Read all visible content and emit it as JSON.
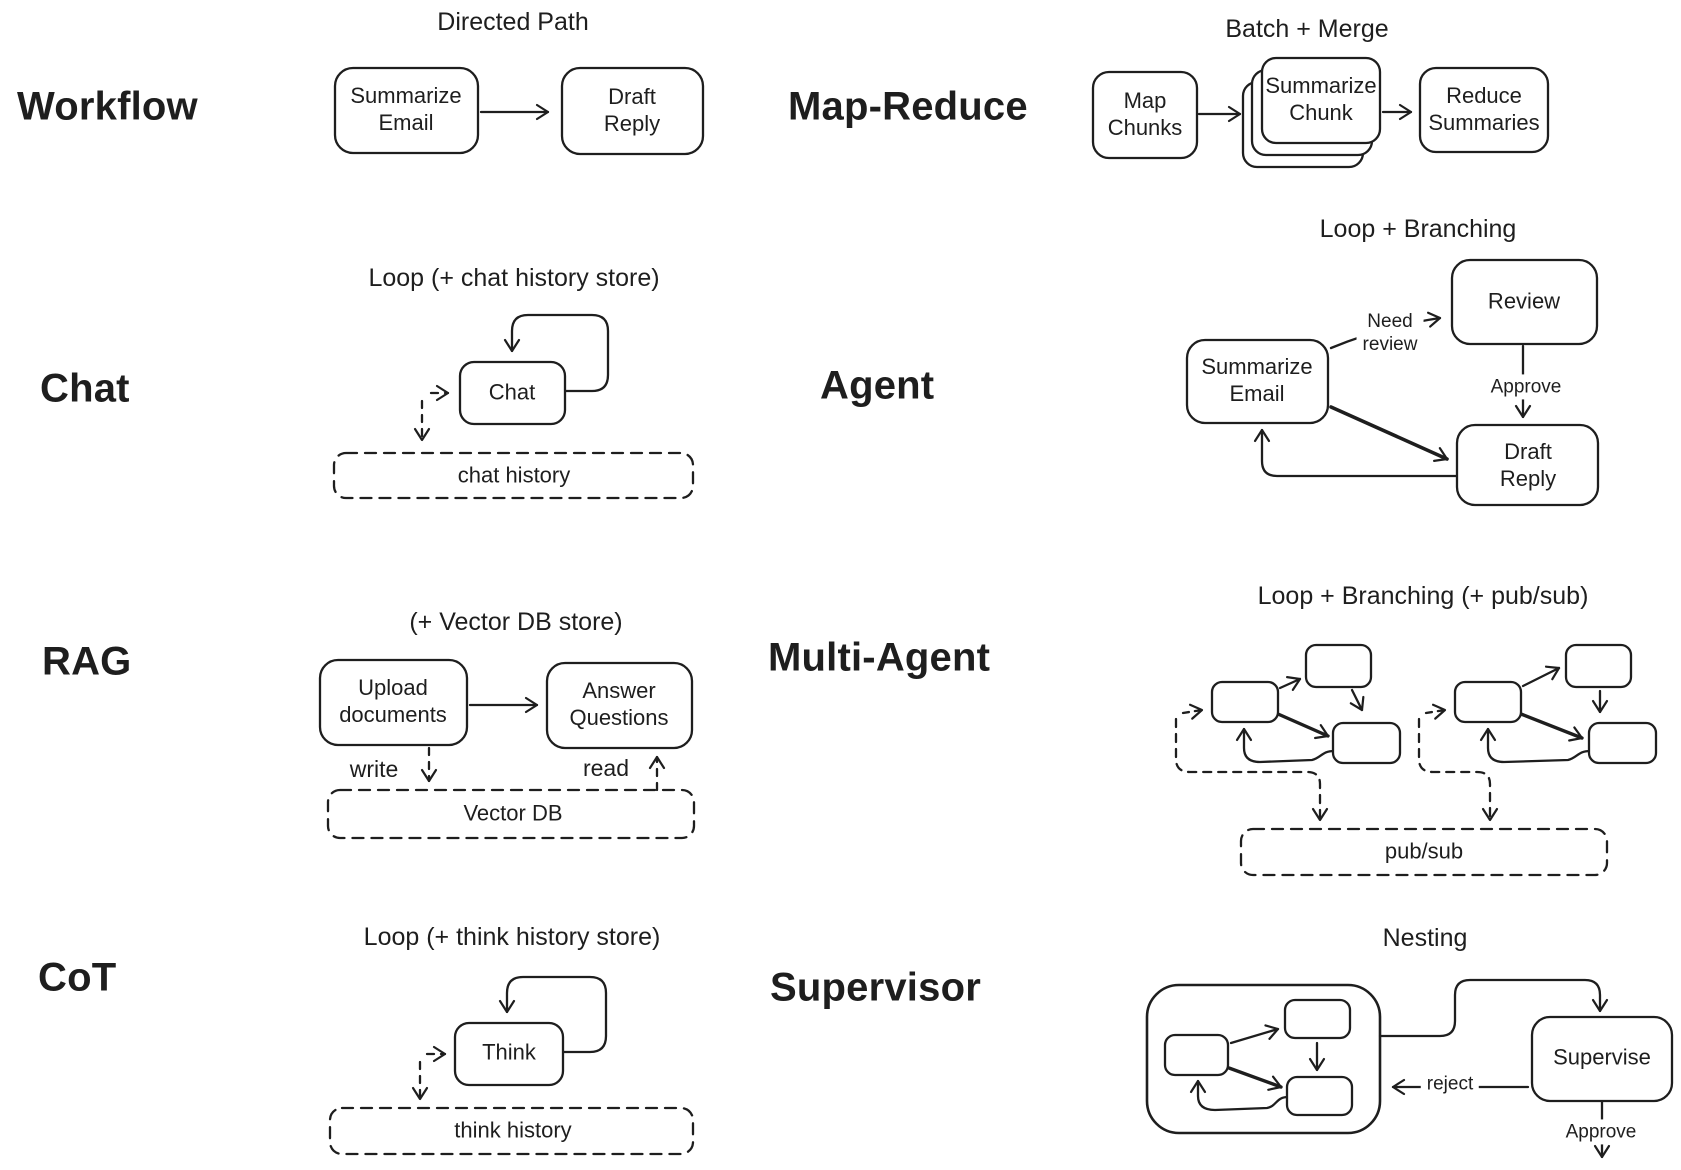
{
  "canvas": {
    "background": "#ffffff",
    "ink": "#1e1e1e"
  },
  "sections": {
    "workflow": {
      "label": "Workflow",
      "title": "Directed Path",
      "nodes": {
        "summarize_email": "Summarize\nEmail",
        "draft_reply": "Draft\nReply"
      }
    },
    "map_reduce": {
      "label": "Map-Reduce",
      "title": "Batch + Merge",
      "nodes": {
        "map_chunks": "Map\nChunks",
        "summarize_chunk": "Summarize\nChunk",
        "reduce_summaries": "Reduce\nSummaries"
      }
    },
    "chat": {
      "label": "Chat",
      "title": "Loop (+ chat history store)",
      "nodes": {
        "chat": "Chat"
      },
      "store": "chat history"
    },
    "agent": {
      "label": "Agent",
      "title": "Loop + Branching",
      "nodes": {
        "summarize_email": "Summarize\nEmail",
        "review": "Review",
        "draft_reply": "Draft\nReply"
      },
      "edges": {
        "need_review": "Need\nreview",
        "approve": "Approve"
      }
    },
    "rag": {
      "label": "RAG",
      "title": "(+ Vector DB store)",
      "nodes": {
        "upload_documents": "Upload\ndocuments",
        "answer_questions": "Answer\nQuestions"
      },
      "edges": {
        "write": "write",
        "read": "read"
      },
      "store": "Vector DB"
    },
    "multi_agent": {
      "label": "Multi-Agent",
      "title": "Loop + Branching (+ pub/sub)",
      "store": "pub/sub"
    },
    "cot": {
      "label": "CoT",
      "title": "Loop (+ think history store)",
      "nodes": {
        "think": "Think"
      },
      "store": "think history"
    },
    "supervisor": {
      "label": "Supervisor",
      "title": "Nesting",
      "nodes": {
        "supervise": "Supervise"
      },
      "edges": {
        "reject": "reject",
        "approve": "Approve"
      }
    }
  }
}
